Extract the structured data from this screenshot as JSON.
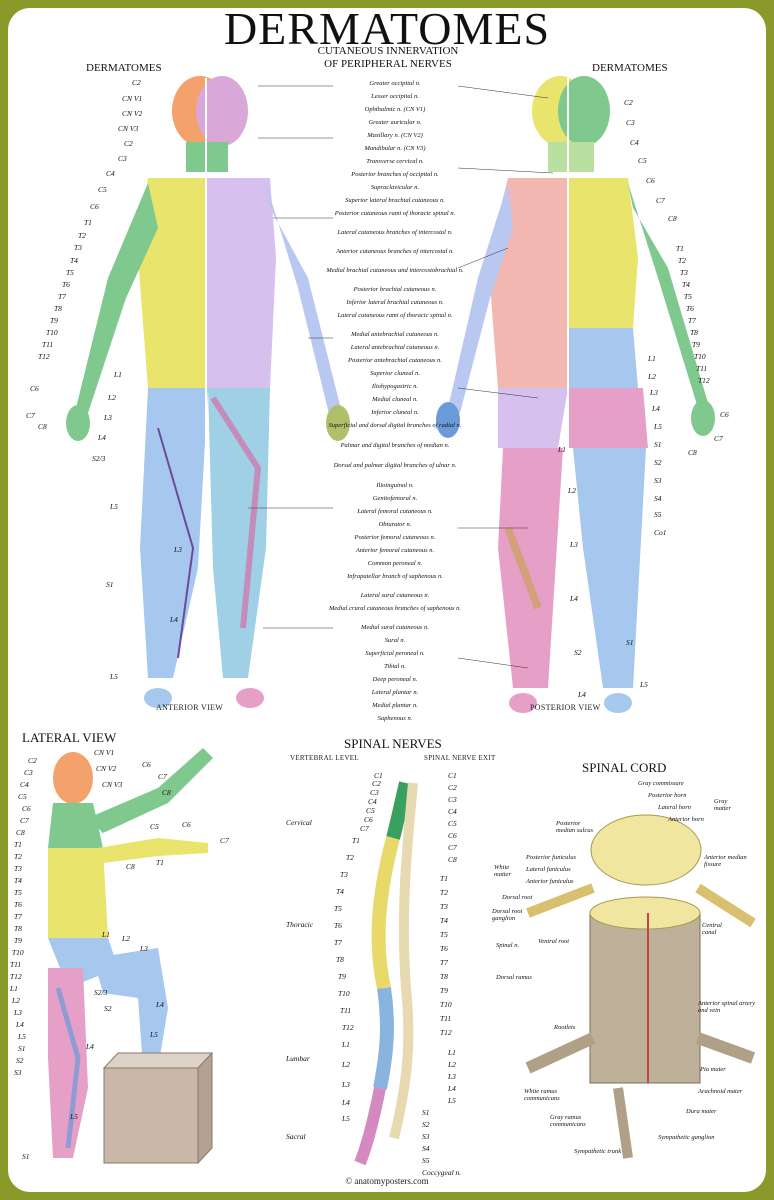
{
  "title": "DERMATOMES",
  "headers": {
    "left": "DERMATOMES",
    "center_line1": "CUTANEOUS INNERVATION",
    "center_line2": "OF PERIPHERAL NERVES",
    "right": "DERMATOMES"
  },
  "view_labels": {
    "anterior": "ANTERIOR VIEW",
    "posterior": "POSTERIOR VIEW",
    "lateral": "LATERAL VIEW"
  },
  "nerves": [
    "Greater occipital n.",
    "Lesser occipital n.",
    "Ophthalmic n. (CN V1)",
    "Greater auricular n.",
    "Maxillary n. (CN V2)",
    "Mandibular n. (CN V3)",
    "Transverse cervical n.",
    "Posterior branches of occipital n.",
    "Supraclavicular n.",
    "Superior lateral brachial cutaneous n.",
    "Posterior cutaneous rami of thoracic spinal n.",
    "Lateral cutaneous branches of intercostal n.",
    "Anterior cutaneous branches of intercostal n.",
    "Medial brachial cutaneous and intercostobrachial n.",
    "Posterior brachial cutaneous n.",
    "Inferior lateral brachial cutaneous n.",
    "Lateral cutaneous rami of thoracic spinal n.",
    "Medial antebrachial cutaneous n.",
    "Lateral antebrachial cutaneous n.",
    "Posterior antebrachial cutaneous n.",
    "Superior cluneal n.",
    "Iliohypogastric n.",
    "Medial cluneal n.",
    "Inferior cluneal n.",
    "Superficial and dorsal digital branches of radial n.",
    "Palmar and digital branches of median n.",
    "Dorsal and palmar digital branches of ulnar n.",
    "Ilioinguinal n.",
    "Genitofemoral n.",
    "Lateral femoral cutaneous n.",
    "Obturator n.",
    "Posterior femoral cutaneous n.",
    "Anterior femoral cutaneous n.",
    "Common peroneal n.",
    "Infrapatellar branch of saphenous n.",
    "Lateral sural cutaneous n.",
    "Medial crural cutaneous branches of saphenous n.",
    "Medial sural cutaneous n.",
    "Sural n.",
    "Superficial peroneal n.",
    "Tibial n.",
    "Deep peroneal n.",
    "Lateral plantar n.",
    "Medial plantar n.",
    "Saphenous n."
  ],
  "anterior_dermatome_labels": [
    "C2",
    "CN V1",
    "CN V2",
    "CN V3",
    "C2",
    "C3",
    "C4",
    "C5",
    "C6",
    "T1",
    "T2",
    "T3",
    "T4",
    "T5",
    "T6",
    "T7",
    "T8",
    "T9",
    "T10",
    "T11",
    "T12",
    "C6",
    "C7",
    "C8",
    "L1",
    "L2",
    "L3",
    "L4",
    "S2/3",
    "L5",
    "L3",
    "S1",
    "L4",
    "L5"
  ],
  "posterior_dermatome_labels": [
    "C2",
    "C3",
    "C4",
    "C5",
    "C6",
    "C7",
    "C8",
    "T1",
    "T2",
    "T3",
    "T4",
    "T5",
    "T6",
    "T7",
    "T8",
    "T9",
    "T10",
    "T11",
    "T12",
    "L1",
    "L2",
    "L3",
    "L4",
    "L5",
    "S1",
    "S2",
    "S3",
    "S4",
    "S5",
    "Co1",
    "C6",
    "C7",
    "C8",
    "L1",
    "L2",
    "L3",
    "L4",
    "S1",
    "S2",
    "L5",
    "L4"
  ],
  "lateral_labels": [
    "C2",
    "C3",
    "C4",
    "C5",
    "C6",
    "C7",
    "C8",
    "T1",
    "T2",
    "T3",
    "T4",
    "T5",
    "T6",
    "T7",
    "T8",
    "T9",
    "T10",
    "T11",
    "T12",
    "L1",
    "L2",
    "L3",
    "L4",
    "L5",
    "S1",
    "S2",
    "S3",
    "CN V1",
    "CN V2",
    "CN V3",
    "C6",
    "C7",
    "C8",
    "C5",
    "C6",
    "C7",
    "C8",
    "T1",
    "L1",
    "L2",
    "L3",
    "S2/3",
    "S2",
    "L4",
    "L5",
    "L4",
    "L5",
    "S1"
  ],
  "spinal_nerves": {
    "title": "SPINAL NERVES",
    "col_left": "VERTEBRAL LEVEL",
    "col_right": "SPINAL NERVE EXIT",
    "regions": [
      "Cervical",
      "Thoracic",
      "Lumbar",
      "Sacral"
    ],
    "vertebrae_left": [
      "C1",
      "C2",
      "C3",
      "C4",
      "C5",
      "C6",
      "C7",
      "T1",
      "T2",
      "T3",
      "T4",
      "T5",
      "T6",
      "T7",
      "T8",
      "T9",
      "T10",
      "T11",
      "T12",
      "L1",
      "L2",
      "L3",
      "L4",
      "L5"
    ],
    "nerves_right": [
      "C1",
      "C2",
      "C3",
      "C4",
      "C5",
      "C6",
      "C7",
      "C8",
      "T1",
      "T2",
      "T3",
      "T4",
      "T5",
      "T6",
      "T7",
      "T8",
      "T9",
      "T10",
      "T11",
      "T12",
      "L1",
      "L2",
      "L3",
      "L4",
      "L5",
      "S1",
      "S2",
      "S3",
      "S4",
      "S5",
      "Coccygeal n."
    ]
  },
  "spinal_cord": {
    "title": "SPINAL CORD",
    "labels": [
      "Gray commissure",
      "Posterior horn",
      "Lateral horn",
      "Anterior horn",
      "Gray matter",
      "Posterior median sulcus",
      "Posterior funiculus",
      "Lateral funiculus",
      "Anterior funiculus",
      "White matter",
      "Anterior median fissure",
      "Dorsal root",
      "Dorsal root ganglion",
      "Ventral root",
      "Spinal n.",
      "Central canal",
      "Dorsal ramus",
      "Anterior spinal artery and vein",
      "Rootlets",
      "Pia mater",
      "Arachnoid mater",
      "White ramus communicans",
      "Gray ramus communicans",
      "Dura mater",
      "Sympathetic ganglion",
      "Sympathetic trunk"
    ]
  },
  "copyright": "© anatomyposters.com"
}
